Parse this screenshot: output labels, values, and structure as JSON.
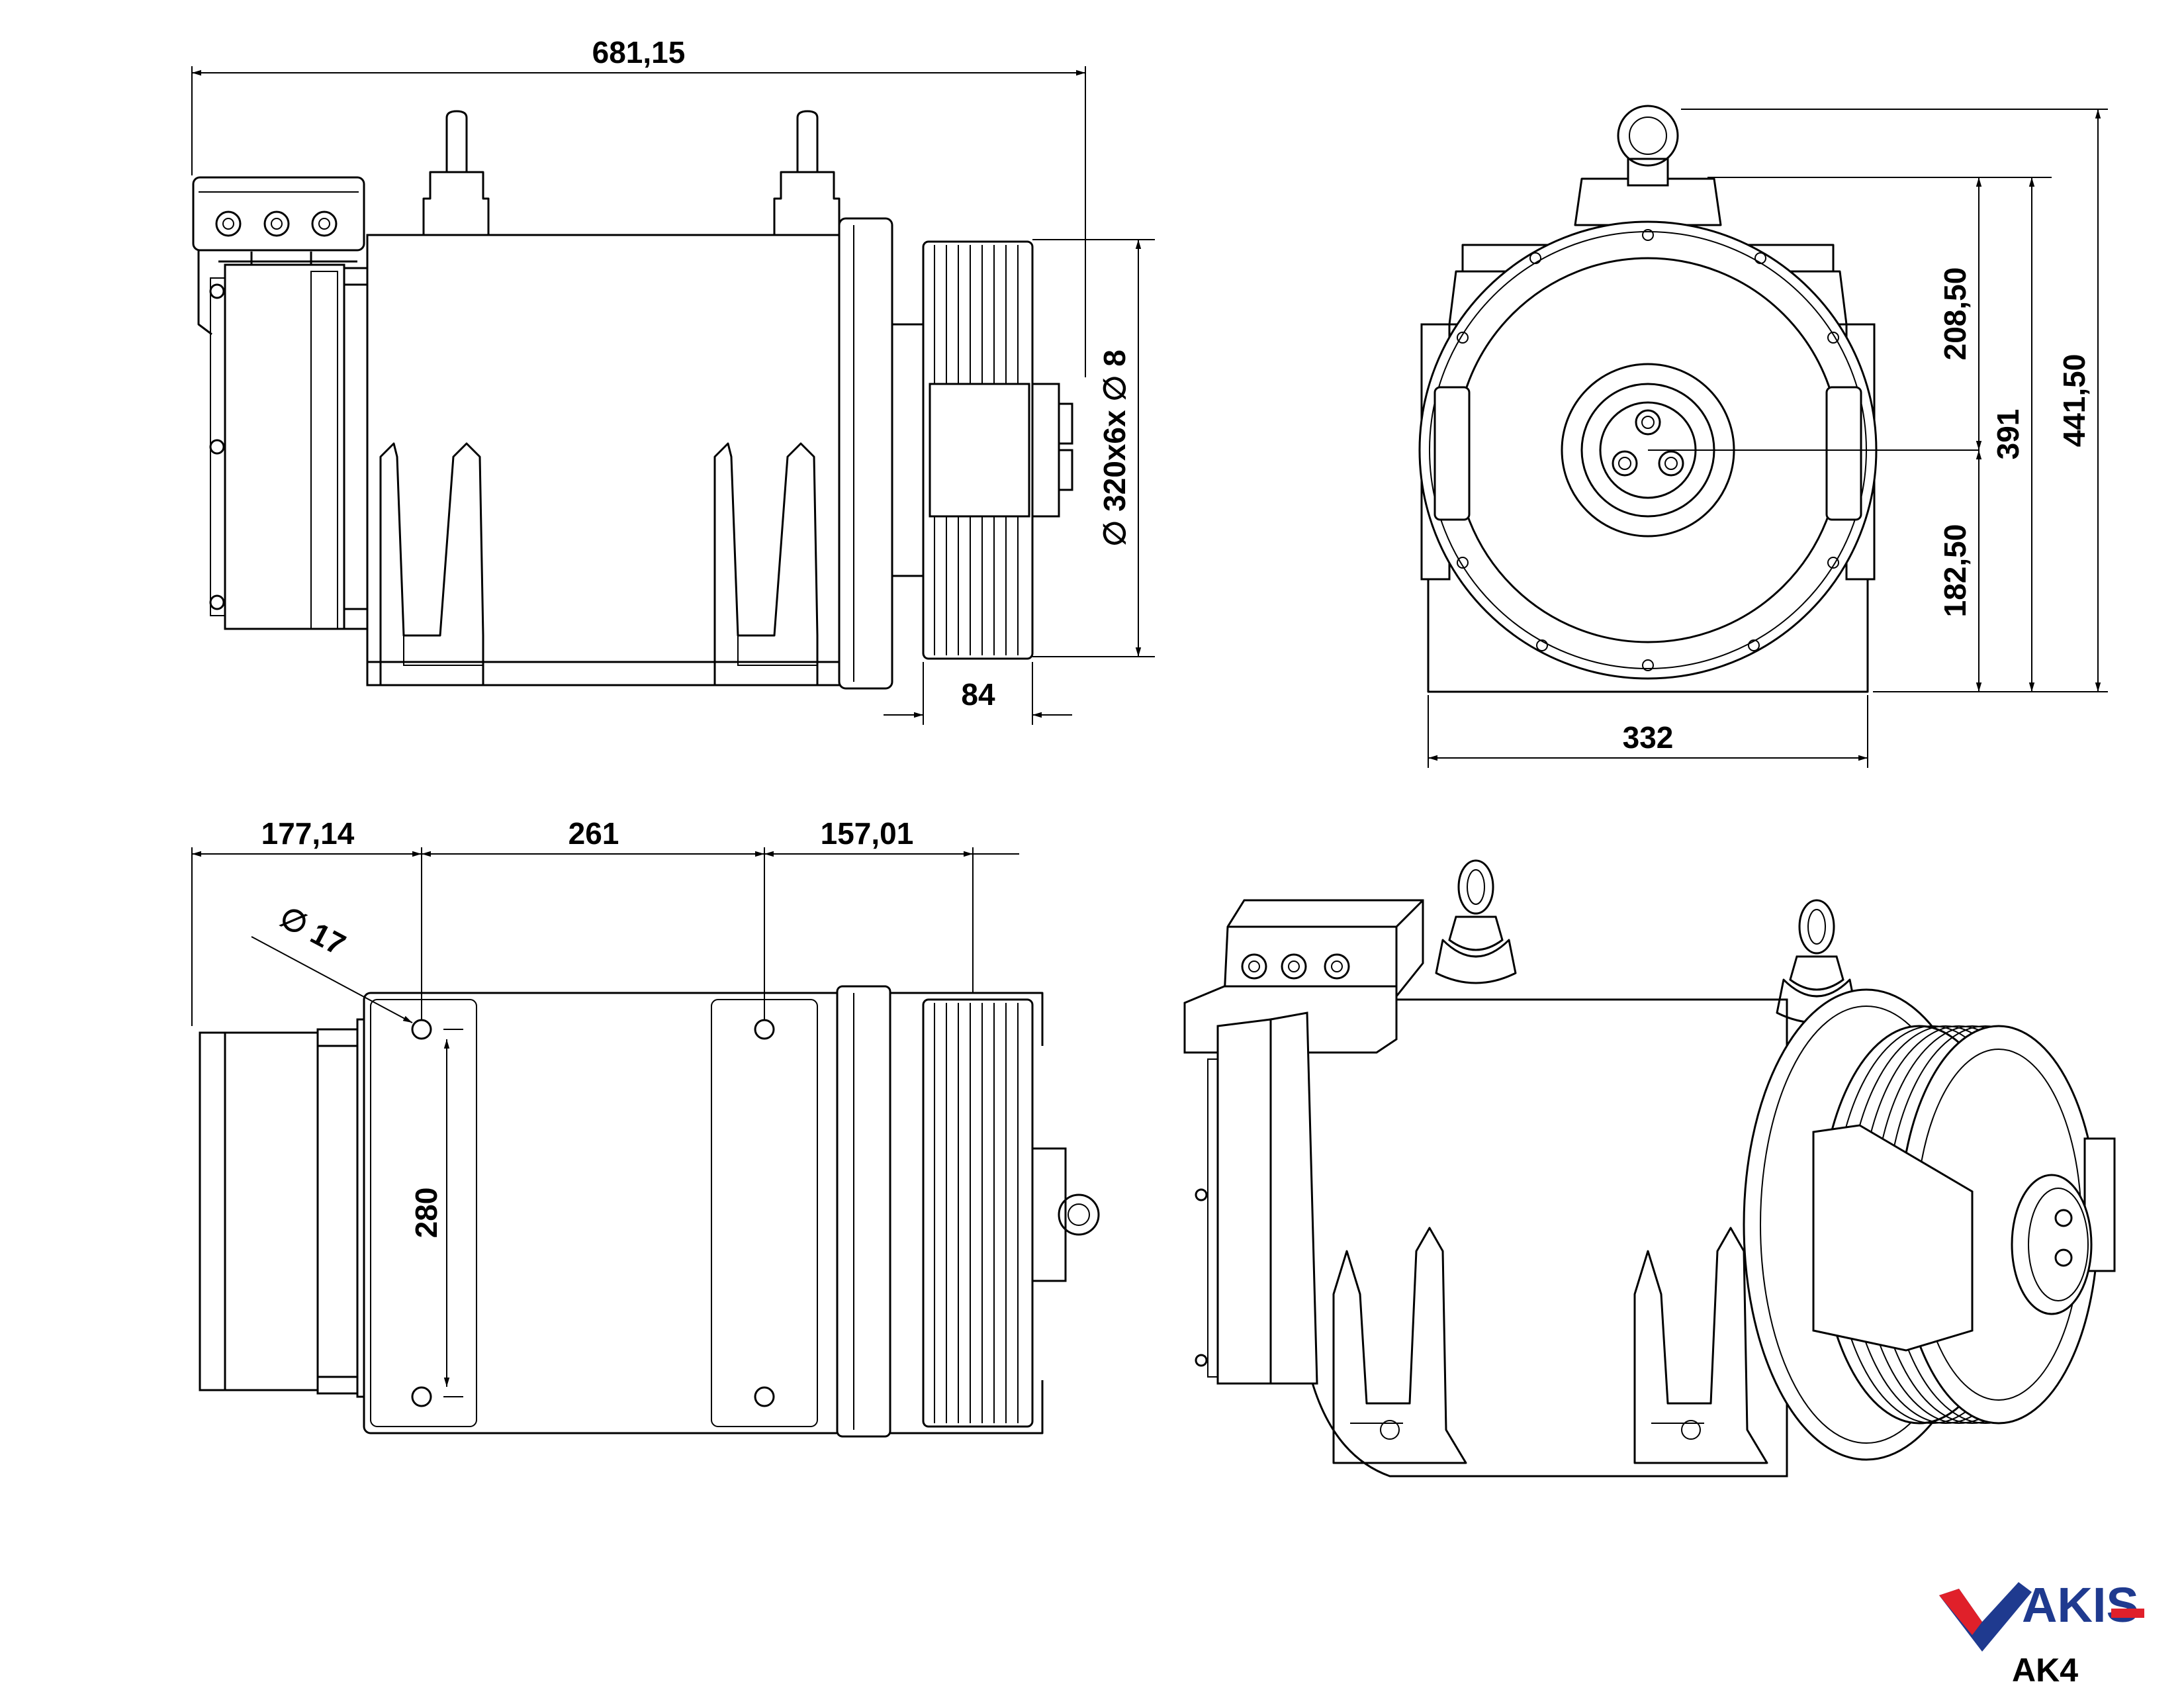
{
  "dimensions": {
    "overall_length": "681,15",
    "pulley_diameter": "∅ 320x6x ∅ 8",
    "pulley_width": "84",
    "upper_height": "208,50",
    "total_height": "391",
    "eyebolt_height": "441,50",
    "lower_height": "182,50",
    "width": "332",
    "offset_left": "177,14",
    "hole_spacing_length": "261",
    "offset_right": "157,01",
    "hole_diameter": "∅ 17",
    "hole_spacing_width": "280"
  },
  "brand": {
    "logo_text": "AKIS",
    "model": "AK4",
    "colors": {
      "blue": "#1f3a8f",
      "red": "#e0202a"
    }
  }
}
